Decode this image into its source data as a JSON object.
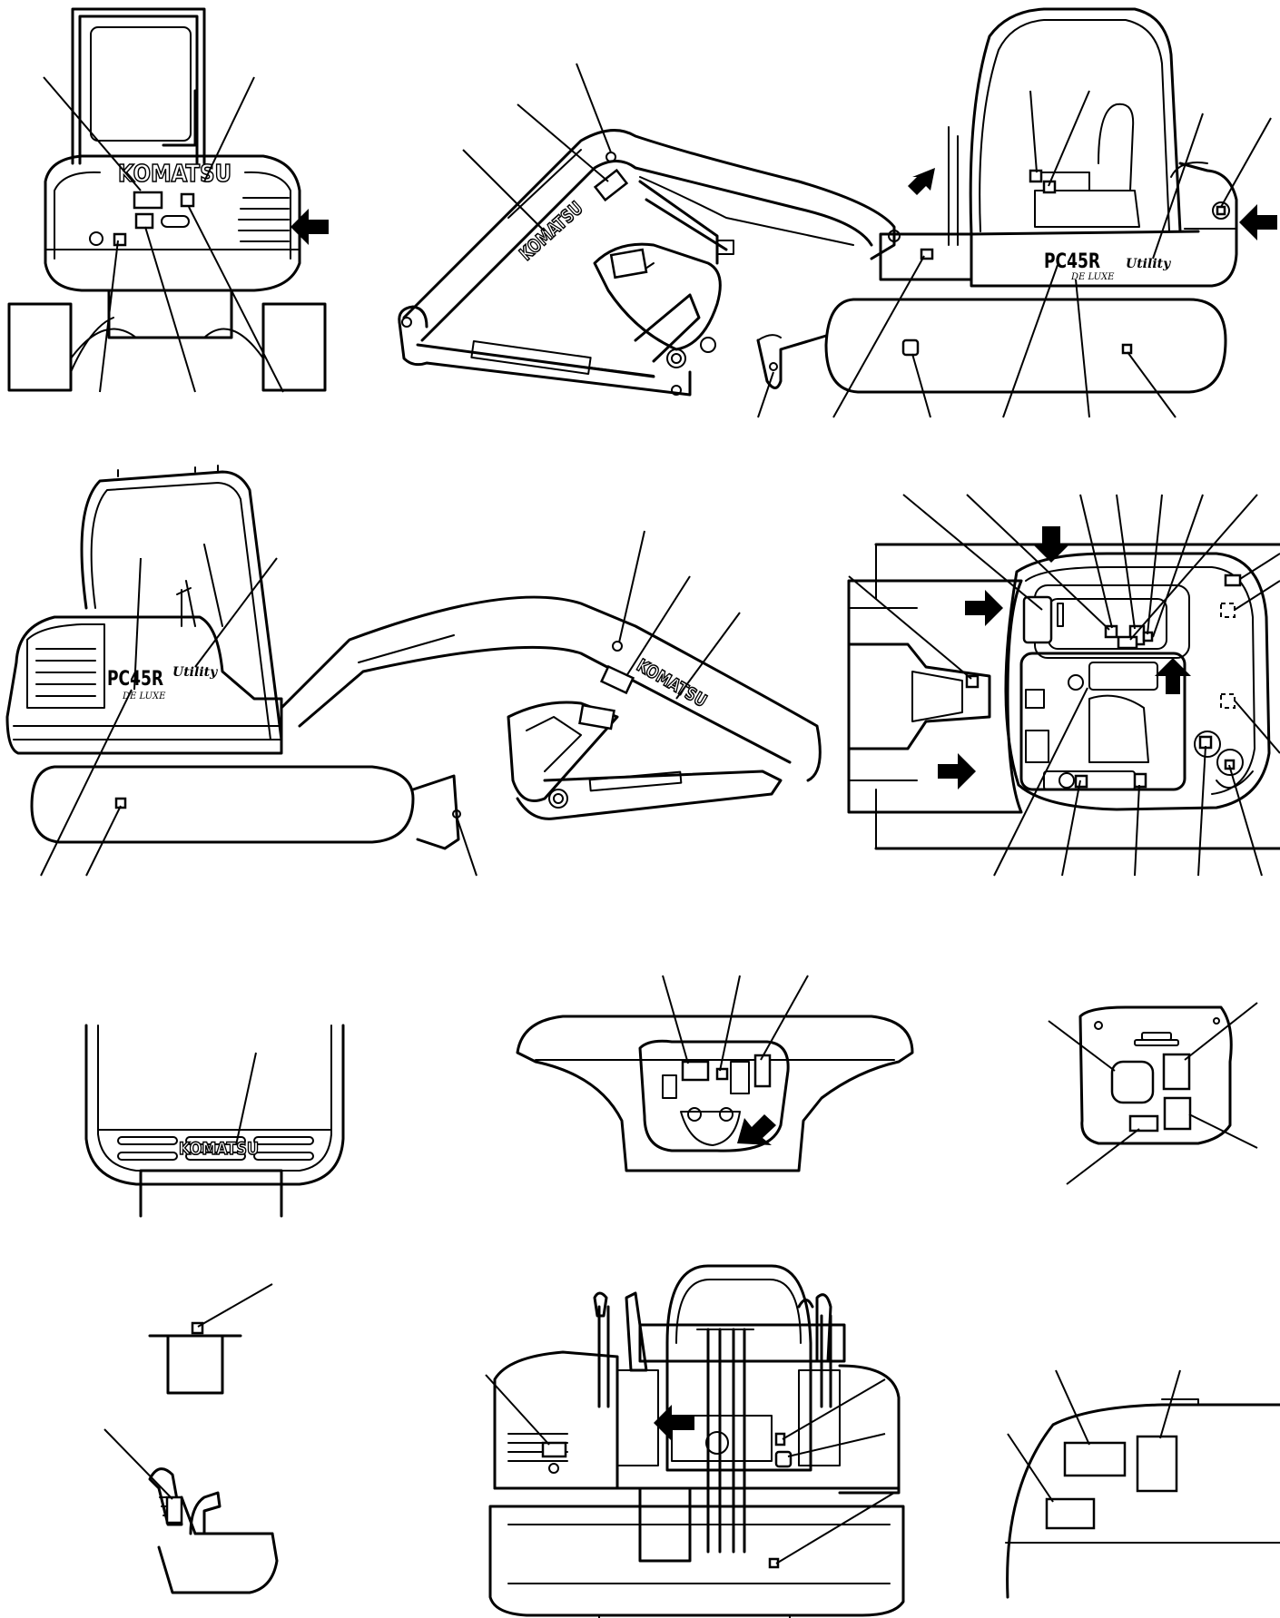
{
  "brand": {
    "logo_text": "KOMATSU",
    "model_text": "PC45R",
    "model_sub": "DE LUXE",
    "badge_text": "Utility"
  },
  "colors": {
    "line": "#000000",
    "background": "#ffffff"
  },
  "icons": [
    "arrow-icon"
  ]
}
